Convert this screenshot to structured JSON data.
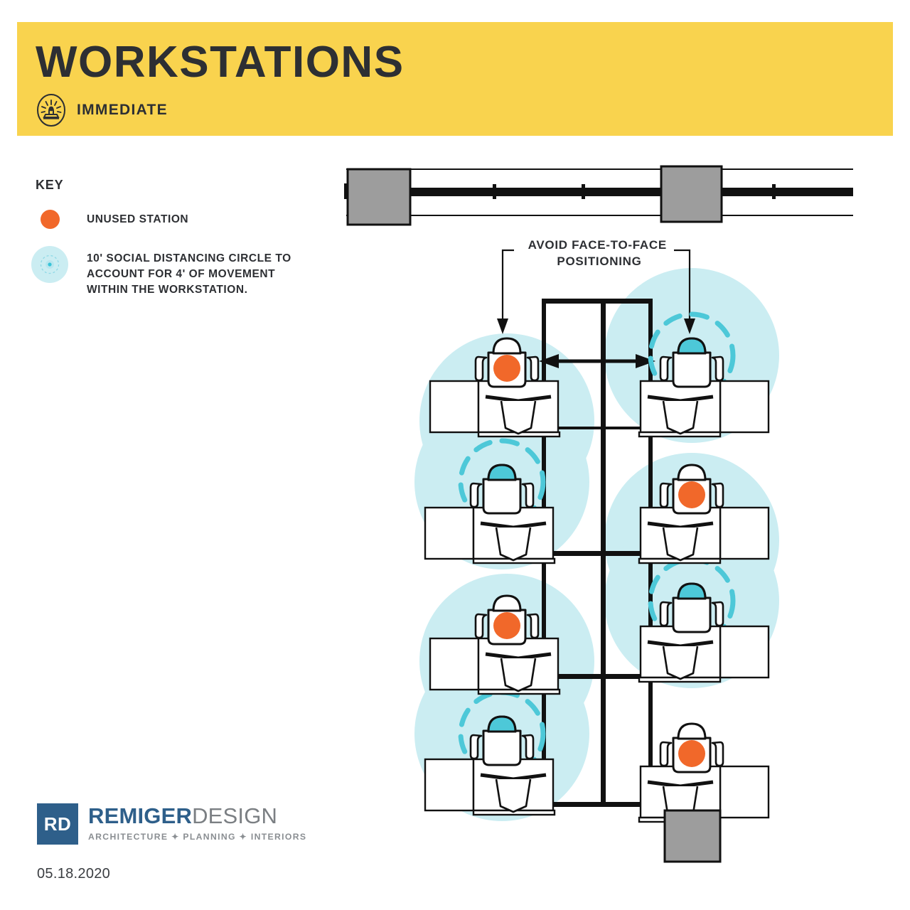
{
  "header": {
    "title": "WORKSTATIONS",
    "phase_label": "IMMEDIATE",
    "phase_icon": "stamp-icon",
    "band_color": "#F9D34E"
  },
  "key": {
    "heading": "KEY",
    "items": [
      {
        "icon": "orange-dot-icon",
        "color": "#F1682A",
        "label": "UNUSED STATION"
      },
      {
        "icon": "social-distancing-circle-icon",
        "color": "#CBEDF2",
        "label": "10' SOCIAL DISTANCING CIRCLE TO ACCOUNT FOR 4' OF MOVEMENT WITHIN THE WORKSTATION."
      }
    ]
  },
  "annotations": {
    "face_to_face": "AVOID FACE-TO-FACE POSITIONING"
  },
  "plan": {
    "colors": {
      "ink": "#111111",
      "gray_block": "#9d9d9d",
      "social_circle_fill": "#CBEDF2",
      "movement_dash": "#4DC8D8",
      "occupied_head": "#4DC8D8",
      "unused_dot": "#F1682A",
      "desk_fill": "#ffffff"
    },
    "workstations": [
      {
        "id": "ws-1",
        "side": "left",
        "row": 1,
        "status": "unused",
        "marker": "orange-dot"
      },
      {
        "id": "ws-2",
        "side": "right",
        "row": 1,
        "status": "occupied",
        "marker": "teal-head"
      },
      {
        "id": "ws-3",
        "side": "left",
        "row": 2,
        "status": "occupied",
        "marker": "teal-head"
      },
      {
        "id": "ws-4",
        "side": "right",
        "row": 2,
        "status": "unused",
        "marker": "orange-dot"
      },
      {
        "id": "ws-5",
        "side": "left",
        "row": 3,
        "status": "unused",
        "marker": "orange-dot"
      },
      {
        "id": "ws-6",
        "side": "right",
        "row": 3,
        "status": "occupied",
        "marker": "teal-head"
      },
      {
        "id": "ws-7",
        "side": "left",
        "row": 4,
        "status": "occupied",
        "marker": "teal-head"
      },
      {
        "id": "ws-8",
        "side": "right",
        "row": 4,
        "status": "unused",
        "marker": "orange-dot"
      }
    ],
    "corridor": {
      "label": "circulation-corridor",
      "arrow": "double-headed-horizontal-arrow"
    }
  },
  "footer": {
    "logo_mark": "RD",
    "logo_name_primary": "REMIGER",
    "logo_name_secondary": "DESIGN",
    "tagline": "ARCHITECTURE ✦ PLANNING ✦ INTERIORS",
    "date": "05.18.2020"
  }
}
